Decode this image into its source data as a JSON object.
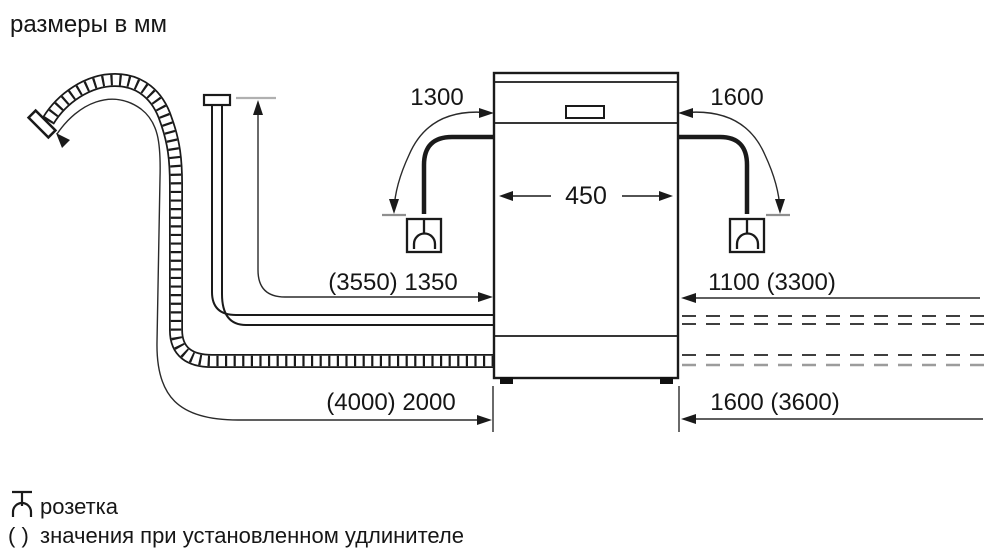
{
  "title": "размеры в мм",
  "diagram": {
    "dimensions": {
      "cable_left": "1300",
      "cable_right": "1600",
      "appliance_width": "450",
      "supply_hose_left": "(3550) 1350",
      "supply_right": "1100 (3300)",
      "drain_hose_left": "(4000) 2000",
      "drain_right": "1600 (3600)"
    },
    "icons": {
      "socket_left": "socket-icon",
      "socket_right": "socket-icon",
      "drain_hose_end": "drain-hose-end-cap",
      "supply_hose_end": "tap-connector-cap"
    }
  },
  "legend": {
    "socket_symbol_label": "розетка",
    "parentheses_prefix": "( )",
    "parentheses_label": "значения при установленном удлинителе"
  },
  "colors": {
    "ink": "#1a1a1a",
    "thin_line": "#2a2a2a",
    "tick_gray": "#8f8f8f",
    "dash_dark": "#3f3f3f",
    "dash_light": "#9c9c9c",
    "background": "#ffffff"
  }
}
